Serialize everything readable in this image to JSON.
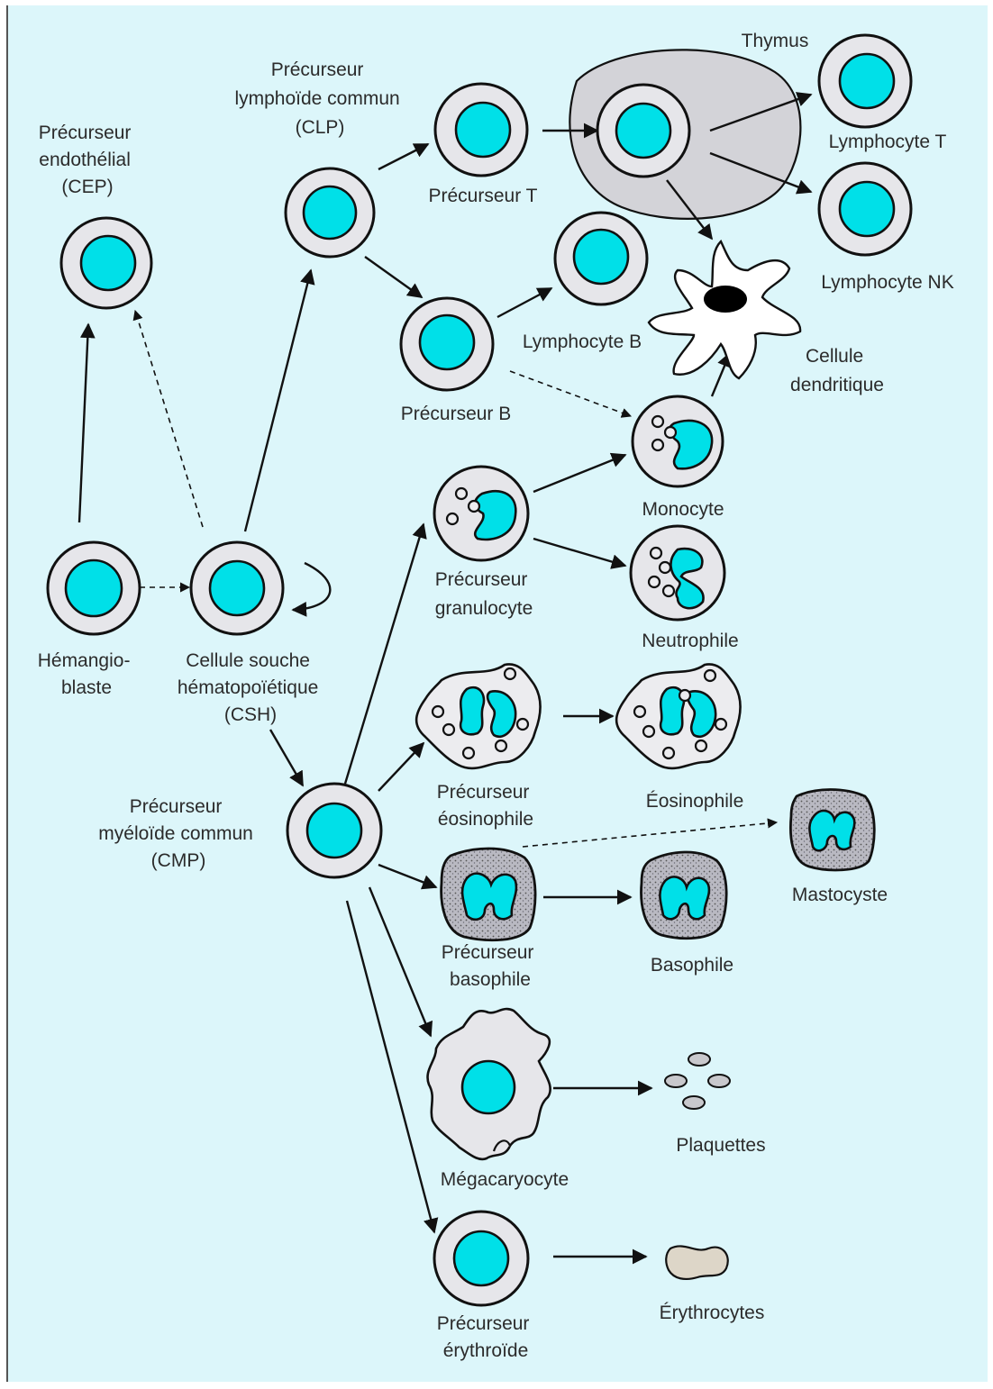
{
  "colors": {
    "background": "#dcf6fa",
    "cytoplasm": "#e6e6ea",
    "nucleus": "#00e0e8",
    "thymus": "#d3d3d8",
    "outline": "#111111",
    "dark_nucleus": "#000000",
    "erythrocyte": "#ddd6c8"
  },
  "labels": {
    "cep": [
      "Précurseur",
      "endothélial",
      "(CEP)"
    ],
    "clp": [
      "Précurseur",
      "lymphoïde commun",
      "(CLP)"
    ],
    "thymus": "Thymus",
    "lymphocyte_t": "Lymphocyte T",
    "precurseur_t": "Précurseur T",
    "lymphocyte_nk": "Lymphocyte NK",
    "lymphocyte_b": "Lymphocyte B",
    "dendritique": [
      "Cellule",
      "dendritique"
    ],
    "precurseur_b": "Précurseur B",
    "monocyte": "Monocyte",
    "granulocyte": [
      "Précurseur",
      "granulocyte"
    ],
    "neutrophile": "Neutrophile",
    "hemangio": [
      "Hémangio-",
      "blaste"
    ],
    "csh": [
      "Cellule souche",
      "hématopoïétique",
      "(CSH)"
    ],
    "eosino_prec": [
      "Précurseur",
      "éosinophile"
    ],
    "eosinophile": "Éosinophile",
    "cmp": [
      "Précurseur",
      "myéloïde commun",
      "(CMP)"
    ],
    "mastocyste": "Mastocyste",
    "baso_prec": [
      "Précurseur",
      "basophile"
    ],
    "basophile": "Basophile",
    "megacaryocyte": "Mégacaryocyte",
    "plaquettes": "Plaquettes",
    "erythro_prec": [
      "Précurseur",
      "érythroïde"
    ],
    "erythrocytes": "Érythrocytes"
  }
}
